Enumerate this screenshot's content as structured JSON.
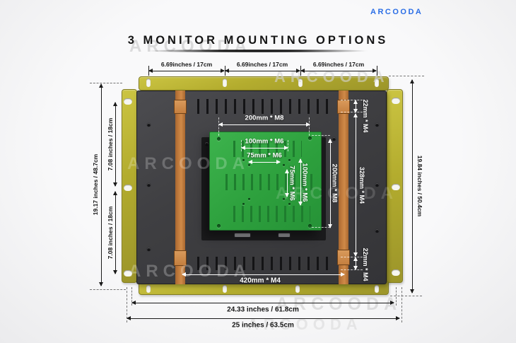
{
  "brand": {
    "logo_text": "ARCOODA"
  },
  "title": {
    "text": "3 MONITOR MOUNTING OPTIONS"
  },
  "watermark": {
    "text": "ARCOODA"
  },
  "diagram": {
    "top_dimensions": [
      {
        "label": "6.69inches / 17cm"
      },
      {
        "label": "6.69inches / 17cm"
      },
      {
        "label": "6.69inches / 17cm"
      }
    ],
    "left_dimensions": {
      "outer": "19.17 inches / 48.7cm",
      "inner_top": "7.08 inches / 18cm",
      "inner_bottom": "7.08 inches / 18cm"
    },
    "right_dimensions": {
      "outer": "19.84 inches / 50.4cm",
      "offset_top": "22mm * M4",
      "span": "328mm * M4",
      "offset_bottom": "22mm * M4",
      "vesa_vertical": "200mm * M8"
    },
    "vesa_plate": {
      "horizontal_200": "200mm * M8",
      "horizontal_100": "100mm * M6",
      "horizontal_75": "75mm * M6",
      "vertical_75": "75mm * M6",
      "vertical_100": "100mm * M6"
    },
    "bottom_dimensions": {
      "mount_420": "420mm * M4",
      "inner": "24.33 inches / 61.8cm",
      "outer": "25 inches / 63.5cm"
    },
    "colors": {
      "accent_blue": "#2b6ee6",
      "frame_yellow": "#b3ac2e",
      "panel_gray": "#3f3f42",
      "strap_orange": "#c07a3c",
      "vesa_green": "#2da03d",
      "dim_white": "#ffffff",
      "dim_black": "#1a1a1a"
    }
  }
}
